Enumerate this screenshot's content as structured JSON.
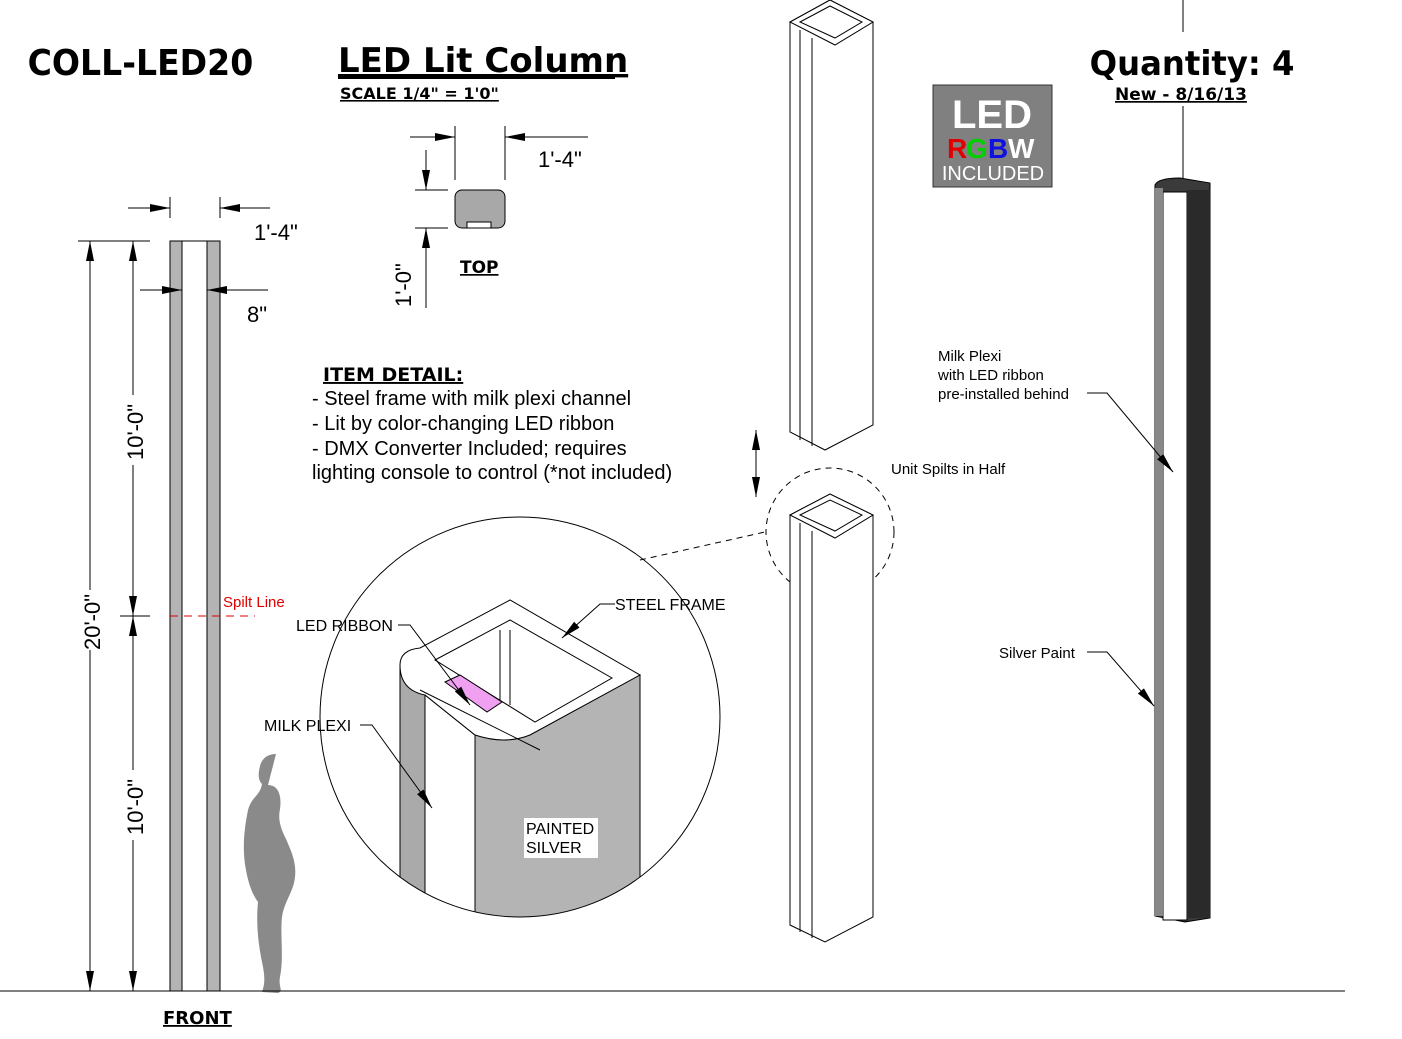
{
  "header": {
    "part_number": "COLL-LED20",
    "title": "LED Lit Column",
    "scale": "SCALE 1/4\" = 1'0\"",
    "quantity": "Quantity: 4",
    "revision": "New - 8/16/13"
  },
  "badge": {
    "line1": "LED",
    "rgbw": [
      "R",
      "G",
      "B",
      "W"
    ],
    "rgbw_colors": [
      "#e00000",
      "#00d000",
      "#0000e0",
      "#ffffff"
    ],
    "line3": "INCLUDED"
  },
  "front_view": {
    "label": "FRONT",
    "width_dim": "1'-4\"",
    "depth_dim": "8\"",
    "total_height": "20'-0\"",
    "upper_height": "10'-0\"",
    "lower_height": "10'-0\"",
    "split_label": "Spilt Line",
    "split_color": "#e00000"
  },
  "top_view": {
    "label": "TOP",
    "width_dim": "1'-4\"",
    "depth_dim": "1'-0\""
  },
  "item_detail": {
    "heading": "ITEM DETAIL:",
    "lines": [
      "- Steel frame with milk plexi channel",
      "- Lit by color-changing LED ribbon",
      "- DMX Converter Included; requires",
      "lighting console to control (*not included)"
    ]
  },
  "detail_callouts": {
    "led_ribbon": "LED  RIBBON",
    "steel_frame": "STEEL  FRAME",
    "milk_plexi": "MILK PLEXI",
    "painted": "PAINTED",
    "silver": "SILVER",
    "ribbon_color": "#f0a0f0"
  },
  "iso_callouts": {
    "split": "Unit Spilts in Half",
    "plexi_1": "Milk Plexi",
    "plexi_2": "with LED ribbon",
    "plexi_3": "pre-installed behind",
    "silver_paint": "Silver Paint"
  }
}
